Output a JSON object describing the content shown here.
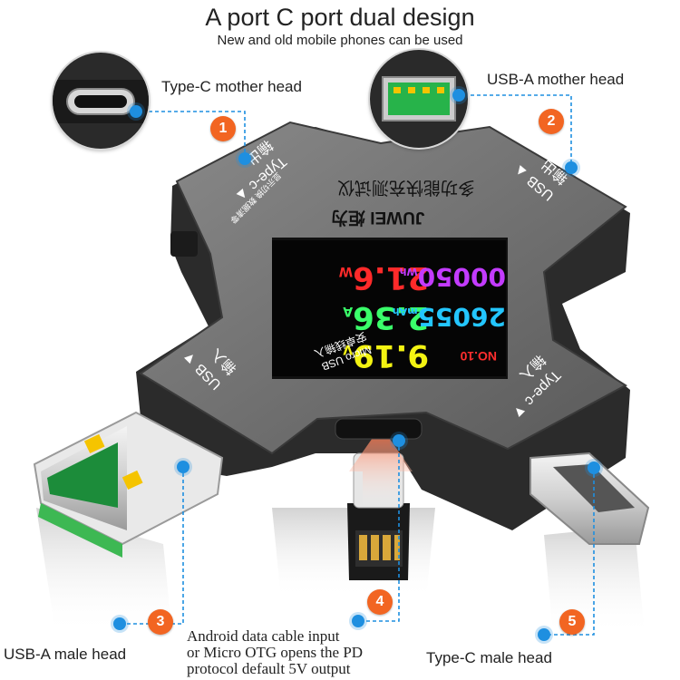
{
  "title": "A port C port dual design",
  "subtitle": "New and old mobile phones can be used",
  "callouts": {
    "c1": {
      "number": "1",
      "label": "Type-C mother head"
    },
    "c2": {
      "number": "2",
      "label": "USB-A mother head"
    },
    "c3": {
      "number": "3",
      "label": "USB-A male head"
    },
    "c4": {
      "number": "4",
      "lines": [
        "Android data cable input",
        "or Micro OTG opens the PD",
        "protocol default 5V output"
      ]
    },
    "c5": {
      "number": "5",
      "label": "Type-C male head"
    }
  },
  "device": {
    "brand": "JUWEI 炬为",
    "product_name": "多功能快充测试仪",
    "port_top_left": "Type-c ▲",
    "port_top_left_sub": "输出",
    "port_top_right": "USB ▲",
    "port_top_right_sub": "输出",
    "port_bottom_left": "USB ▼",
    "port_bottom_left_sub": "输入",
    "port_bottom_right": "Type-c ▼",
    "port_bottom_right_sub": "输入",
    "micro_usb": "Micro USB",
    "micro_usb_sub": "安卓线输入",
    "button_label": "显示切换 数据清零",
    "screen": {
      "voltage": "9.19",
      "voltage_unit": "V",
      "current": "2.36",
      "current_unit": "A",
      "power": "21.6",
      "power_unit": "W",
      "group": "NO.10",
      "capacity": "26055",
      "capacity_unit": "mAh",
      "energy": "00050",
      "energy_unit": "Wh"
    }
  },
  "colors": {
    "accent": "#f26522",
    "callout_line": "#1e8fe0",
    "device_body": "#6e6e6e",
    "device_edge": "#2b2b2b"
  }
}
